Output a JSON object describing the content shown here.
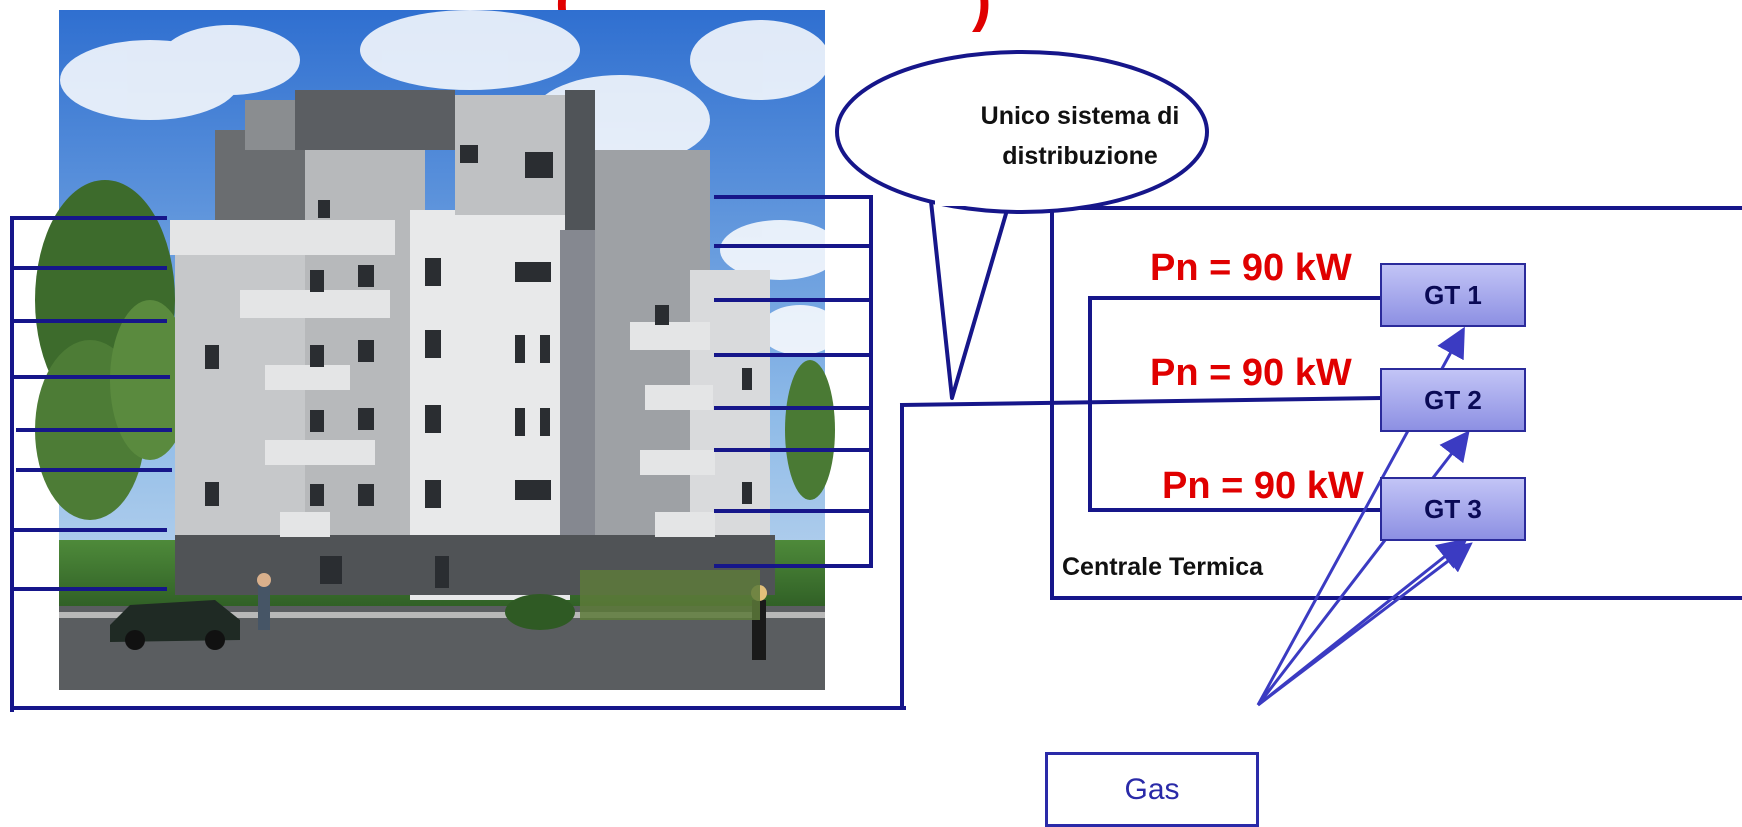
{
  "title": {
    "open_paren": "(",
    "close_paren": ")"
  },
  "callout": {
    "line1": "Unico sistema di",
    "line2": "distribuzione"
  },
  "plant": {
    "label": "Centrale Termica",
    "generators": [
      {
        "id": "GT 1",
        "power": "Pn = 90 kW"
      },
      {
        "id": "GT 2",
        "power": "Pn = 90 kW"
      },
      {
        "id": "GT 3",
        "power": "Pn = 90 kW"
      }
    ]
  },
  "gas": {
    "label": "Gas"
  },
  "colors": {
    "line": "#16168a",
    "arrow": "#3b3bc2",
    "power_text": "#e00000",
    "title": "#e00000"
  }
}
